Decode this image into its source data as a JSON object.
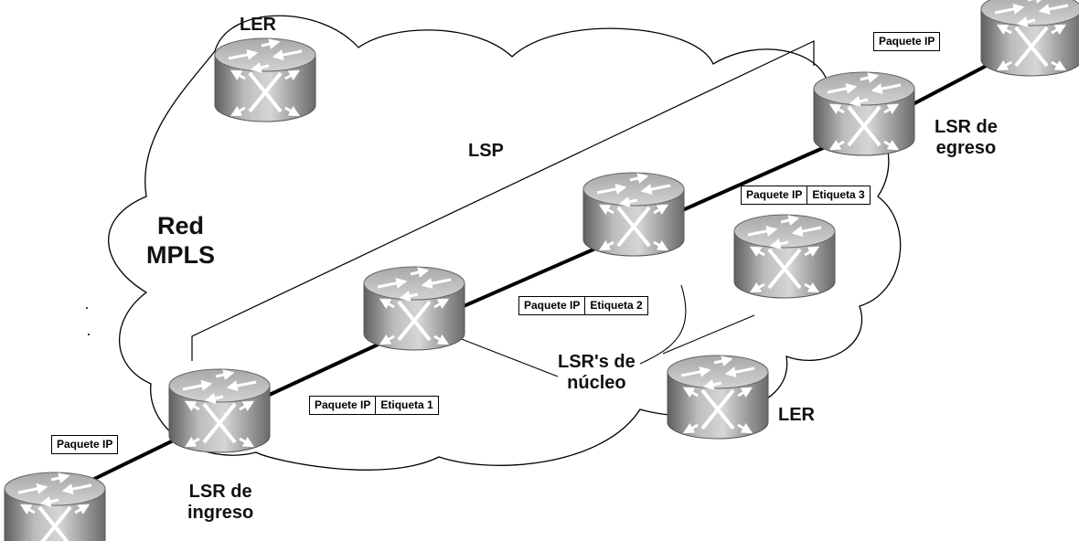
{
  "labels": {
    "ler_top": "LER",
    "ler_bottom": "LER",
    "lsp": "LSP",
    "red_mpls": "Red\nMPLS",
    "lsr_egreso": "LSR de\negreso",
    "lsr_ingreso": "LSR de\ningreso",
    "lsr_nucleo": "LSR's de\nnúcleo"
  },
  "packets": {
    "top_right": {
      "ip": "Paquete IP"
    },
    "egress": {
      "ip": "Paquete IP",
      "label": "Etiqueta 3"
    },
    "core2": {
      "ip": "Paquete IP",
      "label": "Etiqueta 2"
    },
    "core1": {
      "ip": "Paquete IP",
      "label": "Etiqueta 1"
    },
    "bottom_left": {
      "ip": "Paquete IP"
    }
  },
  "routers": [
    {
      "id": "ler-top",
      "icon": "router-icon"
    },
    {
      "id": "external-right",
      "icon": "router-icon"
    },
    {
      "id": "lsr-egress",
      "icon": "router-icon"
    },
    {
      "id": "lsr-core-2",
      "icon": "router-icon"
    },
    {
      "id": "lsr-core-3",
      "icon": "router-icon"
    },
    {
      "id": "lsr-core-1",
      "icon": "router-icon"
    },
    {
      "id": "ler-bottom",
      "icon": "router-icon"
    },
    {
      "id": "lsr-ingress",
      "icon": "router-icon"
    },
    {
      "id": "external-left",
      "icon": "router-icon"
    }
  ]
}
